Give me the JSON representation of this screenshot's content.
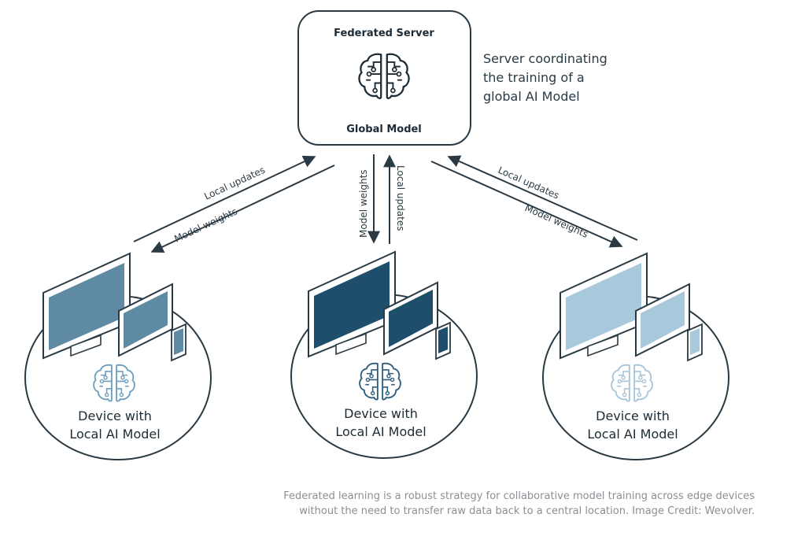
{
  "server": {
    "title": "Federated Server",
    "subtitle": "Global Model",
    "note_lines": [
      "Server coordinating",
      "the training of a",
      "global AI Model"
    ]
  },
  "links": {
    "left": {
      "upper": "Local updates",
      "lower": "Model weights"
    },
    "center": {
      "down": "Model weights",
      "up": "Local updates"
    },
    "right": {
      "upper": "Local updates",
      "lower": "Model weights"
    }
  },
  "devices": [
    {
      "line1": "Device with",
      "line2": "Local AI Model",
      "screen_color": "#5f8aa3",
      "icon_color": "#6f9fbd"
    },
    {
      "line1": "Device with",
      "line2": "Local AI Model",
      "screen_color": "#1f4e6c",
      "icon_color": "#2e5e7e"
    },
    {
      "line1": "Device with",
      "line2": "Local AI Model",
      "screen_color": "#a8c8dc",
      "icon_color": "#a9c6d8"
    }
  ],
  "caption": {
    "line1": "Federated learning is a robust strategy for collaborative model training across edge devices",
    "line2": "without the need to transfer raw data back to a central location. Image Credit: Wevolver."
  },
  "colors": {
    "outline": "#2a3a44",
    "ink": "#1c2b35",
    "caption": "#8a8f94"
  }
}
